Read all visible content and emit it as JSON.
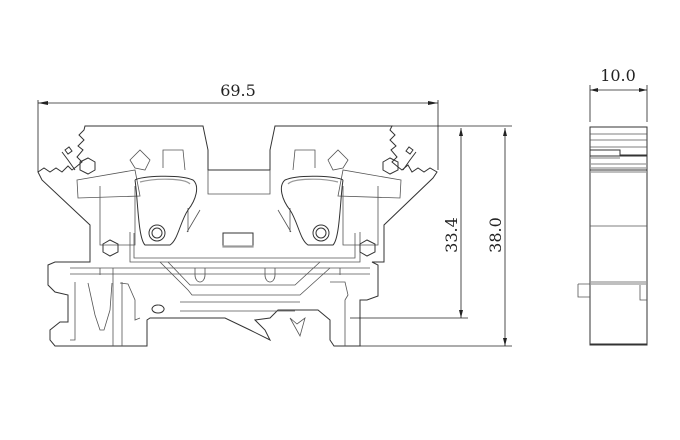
{
  "drawing": {
    "title": "Spring-clamp DIN rail terminal block dimension drawing",
    "dimensions": {
      "width": "69.5",
      "height_inner": "33.4",
      "height_total": "38.0",
      "thickness": "10.0"
    }
  }
}
